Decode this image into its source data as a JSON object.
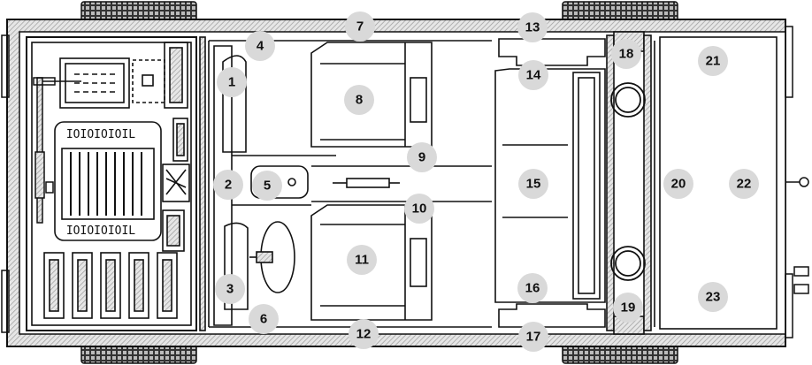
{
  "diagram": {
    "colors": {
      "line": "#111111",
      "hatch": "#bdbdbd",
      "badge": "#d9d9d9",
      "background": "#ffffff"
    },
    "labels": [
      {
        "id": "1",
        "text": "1"
      },
      {
        "id": "2",
        "text": "2"
      },
      {
        "id": "3",
        "text": "3"
      },
      {
        "id": "4",
        "text": "4"
      },
      {
        "id": "5",
        "text": "5"
      },
      {
        "id": "6",
        "text": "6"
      },
      {
        "id": "7",
        "text": "7"
      },
      {
        "id": "8",
        "text": "8"
      },
      {
        "id": "9",
        "text": "9"
      },
      {
        "id": "10",
        "text": "10"
      },
      {
        "id": "11",
        "text": "11"
      },
      {
        "id": "12",
        "text": "12"
      },
      {
        "id": "13",
        "text": "13"
      },
      {
        "id": "14",
        "text": "14"
      },
      {
        "id": "15",
        "text": "15"
      },
      {
        "id": "16",
        "text": "16"
      },
      {
        "id": "17",
        "text": "17"
      },
      {
        "id": "18",
        "text": "18"
      },
      {
        "id": "19",
        "text": "19"
      },
      {
        "id": "20",
        "text": "20"
      },
      {
        "id": "21",
        "text": "21"
      },
      {
        "id": "22",
        "text": "22"
      },
      {
        "id": "23",
        "text": "23"
      }
    ],
    "icons": [
      "wheel-icon",
      "steering-wheel-icon",
      "engine-icon",
      "battery-icon"
    ]
  }
}
